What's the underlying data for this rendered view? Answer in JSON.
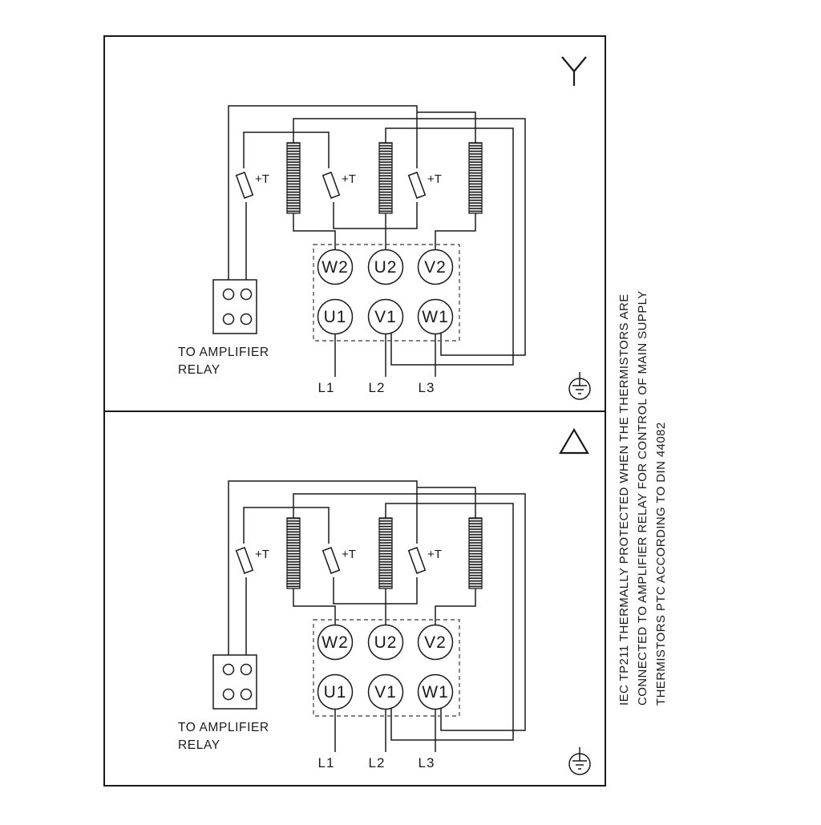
{
  "colors": {
    "ink": "#1a1a1a",
    "background": "#ffffff"
  },
  "side_note": {
    "line1": "IEC TP211 THERMALLY PROTECTED WHEN THE THERMISTORS ARE",
    "line2": "CONNECTED TO AMPLIFIER RELAY FOR CONTROL OF MAIN SUPPLY",
    "line3": "THERMISTORS PTC ACCORDING TO DIN 44082"
  },
  "panels": [
    {
      "connection": "star",
      "relay_note_line1": "TO AMPLIFIER",
      "relay_note_line2": "RELAY",
      "thermistor_label": "+T",
      "terminals_top": [
        "W2",
        "U2",
        "V2"
      ],
      "terminals_bottom": [
        "U1",
        "V1",
        "W1"
      ],
      "supply_lines": [
        "L1",
        "L2",
        "L3"
      ]
    },
    {
      "connection": "delta",
      "relay_note_line1": "TO AMPLIFIER",
      "relay_note_line2": "RELAY",
      "thermistor_label": "+T",
      "terminals_top": [
        "W2",
        "U2",
        "V2"
      ],
      "terminals_bottom": [
        "U1",
        "V1",
        "W1"
      ],
      "supply_lines": [
        "L1",
        "L2",
        "L3"
      ]
    }
  ]
}
